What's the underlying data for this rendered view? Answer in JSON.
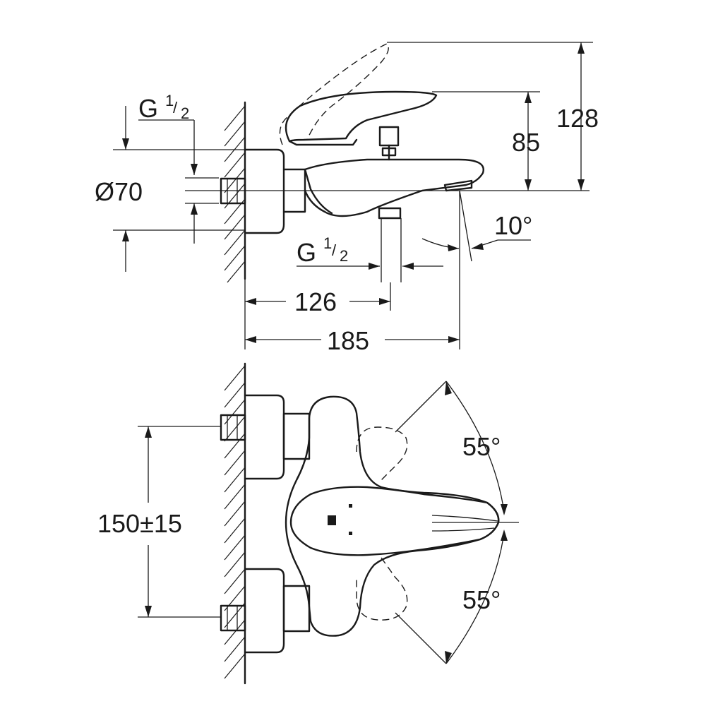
{
  "dimensions": {
    "thread_top": {
      "base": "G",
      "numerator": "1",
      "slash": "/",
      "denominator": "2"
    },
    "thread_bottom": {
      "base": "G",
      "numerator": "1",
      "slash": "/",
      "denominator": "2"
    },
    "diameter": "Ø70",
    "height_total": "128",
    "height_spout": "85",
    "spout_angle": "10°",
    "depth_outlet": "126",
    "depth_total": "185",
    "centre_distance": "150±15",
    "rotation_upper": "55°",
    "rotation_lower": "55°"
  }
}
